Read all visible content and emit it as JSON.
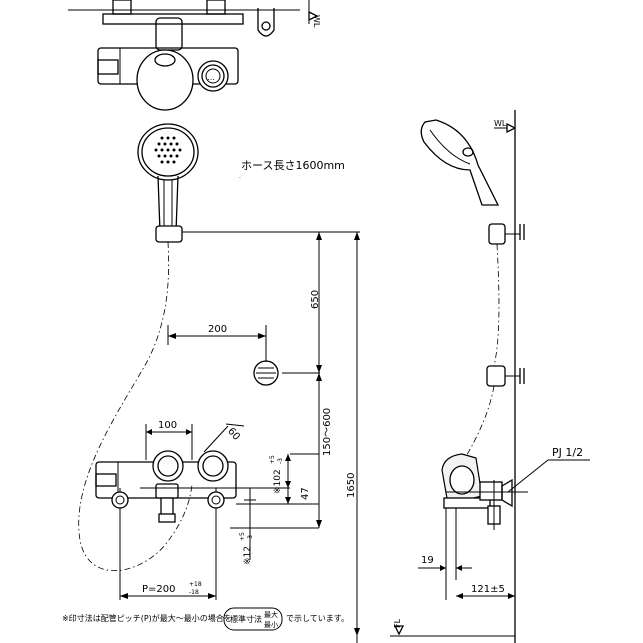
{
  "labels": {
    "wl_top": "WL",
    "wl_side": "WL",
    "fl": "FL",
    "hose": "ホース長さ1600mm",
    "pj": "PJ 1/2",
    "note_prefix": "※印寸法は配管ピッチ(P)が最大～最小の場合を",
    "note_box_left": "標準寸法",
    "note_box_max": "最大",
    "note_box_min": "最小",
    "note_suffix": "で示しています。"
  },
  "dimensions": {
    "d650": "650",
    "d200": "200",
    "d150_600": "150～600",
    "d1650": "1650",
    "d100": "100",
    "d60": "60",
    "d102": "※102",
    "d102_sup": "+5",
    "d102_sub": "-3",
    "d47": "47",
    "d12": "※12",
    "d12_sup": "+5",
    "d12_sub": "-3",
    "d19": "19",
    "d121": "121±5",
    "pitch": "P=200",
    "pitch_sup": "+18",
    "pitch_sub": "-18"
  }
}
